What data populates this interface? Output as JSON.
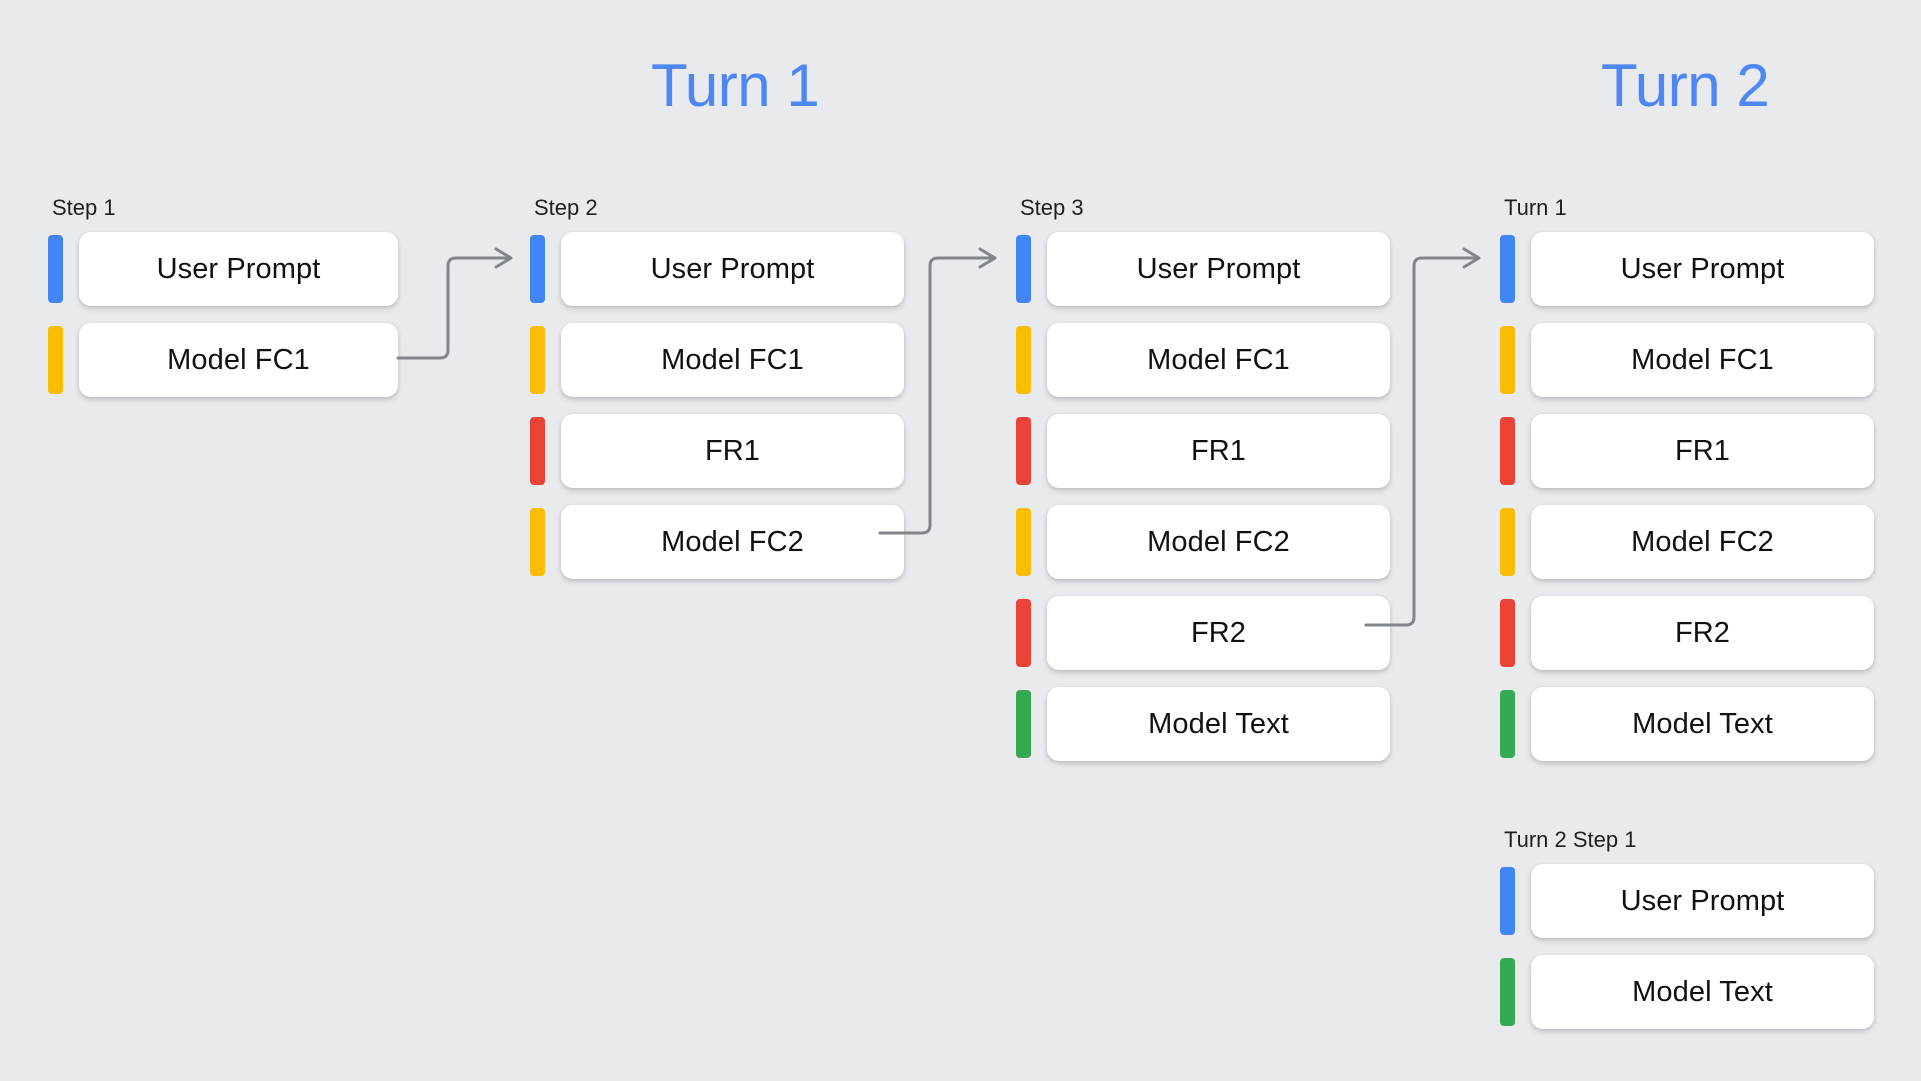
{
  "diagram": {
    "title_turn_1": "Turn 1",
    "title_turn_2": "Turn 2",
    "background_color": "#e8eaed",
    "heading_color": "#4d86f5"
  },
  "palette": {
    "user_prompt": "#4285f4",
    "model_fc": "#fbbc04",
    "function_response": "#ea4335",
    "model_text": "#34a853",
    "card_background": "#ffffff",
    "connector": "#80868b"
  },
  "columns": [
    {
      "id": "step-1",
      "label": "Step 1",
      "group": "Turn 1",
      "rows": [
        {
          "label": "User Prompt",
          "color": "#4285f4",
          "kind": "user-prompt"
        },
        {
          "label": "Model FC1",
          "color": "#fbbc04",
          "kind": "model-fc"
        }
      ]
    },
    {
      "id": "step-2",
      "label": "Step 2",
      "group": "Turn 1",
      "rows": [
        {
          "label": "User Prompt",
          "color": "#4285f4",
          "kind": "user-prompt"
        },
        {
          "label": "Model FC1",
          "color": "#fbbc04",
          "kind": "model-fc"
        },
        {
          "label": "FR1",
          "color": "#ea4335",
          "kind": "function-response"
        },
        {
          "label": "Model FC2",
          "color": "#fbbc04",
          "kind": "model-fc"
        }
      ]
    },
    {
      "id": "step-3",
      "label": "Step 3",
      "group": "Turn 1",
      "rows": [
        {
          "label": "User Prompt",
          "color": "#4285f4",
          "kind": "user-prompt"
        },
        {
          "label": "Model FC1",
          "color": "#fbbc04",
          "kind": "model-fc"
        },
        {
          "label": "FR1",
          "color": "#ea4335",
          "kind": "function-response"
        },
        {
          "label": "Model FC2",
          "color": "#fbbc04",
          "kind": "model-fc"
        },
        {
          "label": "FR2",
          "color": "#ea4335",
          "kind": "function-response"
        },
        {
          "label": "Model Text",
          "color": "#34a853",
          "kind": "model-text"
        }
      ]
    },
    {
      "id": "turn-2-history",
      "label": "Turn 1",
      "group": "Turn 2",
      "rows": [
        {
          "label": "User Prompt",
          "color": "#4285f4",
          "kind": "user-prompt"
        },
        {
          "label": "Model FC1",
          "color": "#fbbc04",
          "kind": "model-fc"
        },
        {
          "label": "FR1",
          "color": "#ea4335",
          "kind": "function-response"
        },
        {
          "label": "Model FC2",
          "color": "#fbbc04",
          "kind": "model-fc"
        },
        {
          "label": "FR2",
          "color": "#ea4335",
          "kind": "function-response"
        },
        {
          "label": "Model Text",
          "color": "#34a853",
          "kind": "model-text"
        }
      ]
    },
    {
      "id": "turn-2-step-1",
      "label": "Turn 2 Step 1",
      "group": "Turn 2",
      "rows": [
        {
          "label": "User Prompt",
          "color": "#4285f4",
          "kind": "user-prompt"
        },
        {
          "label": "Model Text",
          "color": "#34a853",
          "kind": "model-text"
        }
      ]
    }
  ],
  "connectors": [
    {
      "id": "step-1-to-step-2",
      "from": "step-1.Model FC1",
      "to": "step-2.User Prompt"
    },
    {
      "id": "step-2-to-step-3",
      "from": "step-2.Model FC2",
      "to": "step-3.User Prompt"
    },
    {
      "id": "step-3-to-turn-2",
      "from": "step-3.FR2",
      "to": "turn-2-history.User Prompt"
    }
  ]
}
